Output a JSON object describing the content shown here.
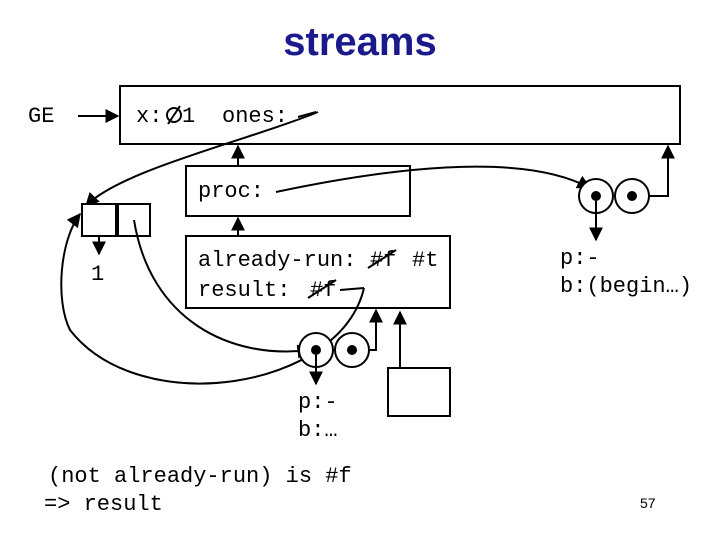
{
  "title": "streams",
  "ge_label": "GE",
  "global_frame": {
    "binding_x": "x:",
    "binding_x_value": "1",
    "binding_ones": "ones:"
  },
  "proc_frame": {
    "label": "proc:"
  },
  "proc_env_frame": {
    "line1_prefix": "already-run:",
    "line1_old": "#f",
    "line1_new": "#t",
    "line2_prefix": "result:",
    "line2_old": "#f"
  },
  "pair_car_value": "1",
  "right_procedure": {
    "params": "p:-",
    "body": "b:(begin…)"
  },
  "lower_procedure": {
    "params": "p:-",
    "body": "b:…"
  },
  "footer": {
    "line1": "(not already-run) is #f",
    "line2": "=> result"
  },
  "page_number": "57"
}
